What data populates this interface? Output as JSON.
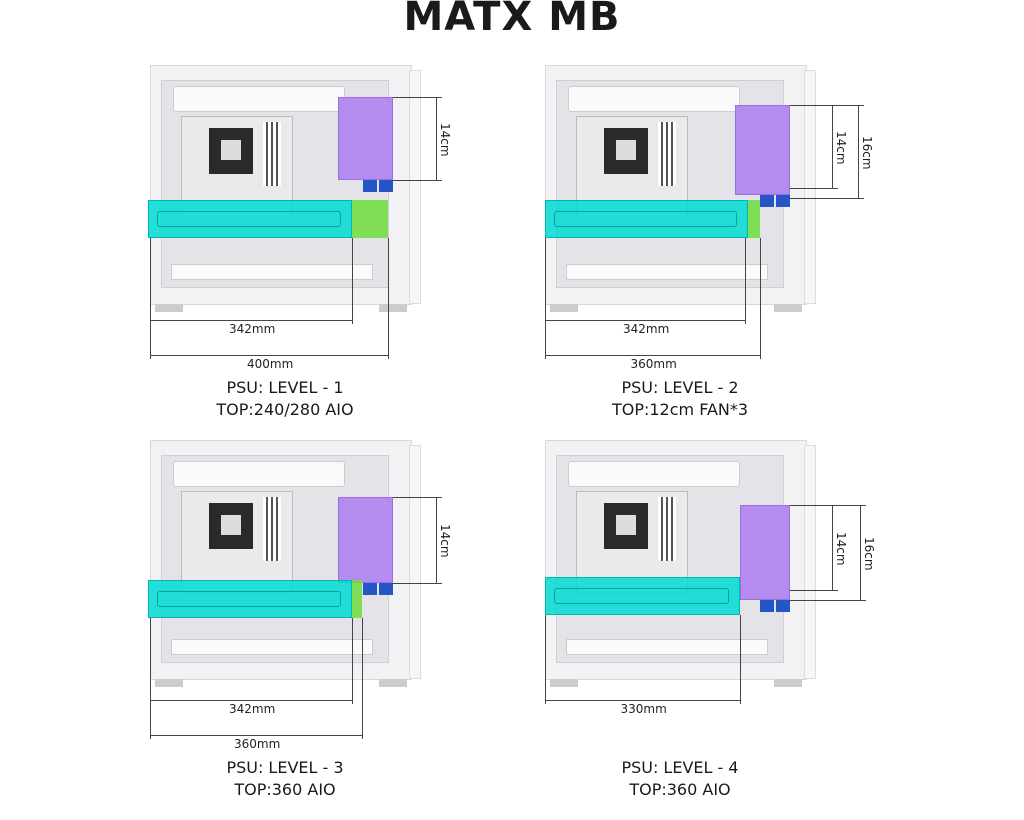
{
  "title": "MATX MB",
  "colors": {
    "psu": "#b48cf0",
    "gpu": "#00dcd2",
    "gpu_extension": "#6edc3c",
    "connector": "#2456c8"
  },
  "panels": [
    {
      "psu_label": "PSU: LEVEL - 1",
      "top_label": "TOP:240/280 AIO",
      "psu_dims": [
        "14cm"
      ],
      "length_dims": [
        "342mm",
        "400mm"
      ]
    },
    {
      "psu_label": "PSU: LEVEL - 2",
      "top_label": "TOP:12cm FAN*3",
      "psu_dims": [
        "14cm",
        "16cm"
      ],
      "length_dims": [
        "342mm",
        "360mm"
      ]
    },
    {
      "psu_label": "PSU: LEVEL - 3",
      "top_label": "TOP:360 AIO",
      "psu_dims": [
        "14cm"
      ],
      "length_dims": [
        "342mm",
        "360mm"
      ]
    },
    {
      "psu_label": "PSU: LEVEL - 4",
      "top_label": "TOP:360 AIO",
      "psu_dims": [
        "14cm",
        "16cm"
      ],
      "length_dims": [
        "330mm"
      ]
    }
  ]
}
